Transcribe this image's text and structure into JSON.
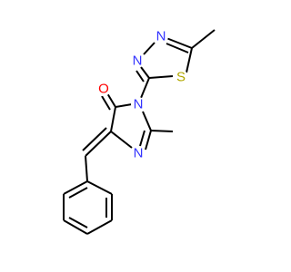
{
  "molecule": {
    "atoms": {
      "N_thiadiazole_top": {
        "symbol": "N",
        "color": "#3333ff"
      },
      "N_thiadiazole_left": {
        "symbol": "N",
        "color": "#3333ff"
      },
      "S_thiadiazole": {
        "symbol": "S",
        "color": "#b2a800"
      },
      "O_carbonyl": {
        "symbol": "O",
        "color": "#ff0000"
      },
      "N_imidazolone_ring": {
        "symbol": "N",
        "color": "#3333ff"
      },
      "N_imidazolone_imine": {
        "symbol": "N",
        "color": "#3333ff"
      }
    },
    "bond_color": "#000000"
  }
}
